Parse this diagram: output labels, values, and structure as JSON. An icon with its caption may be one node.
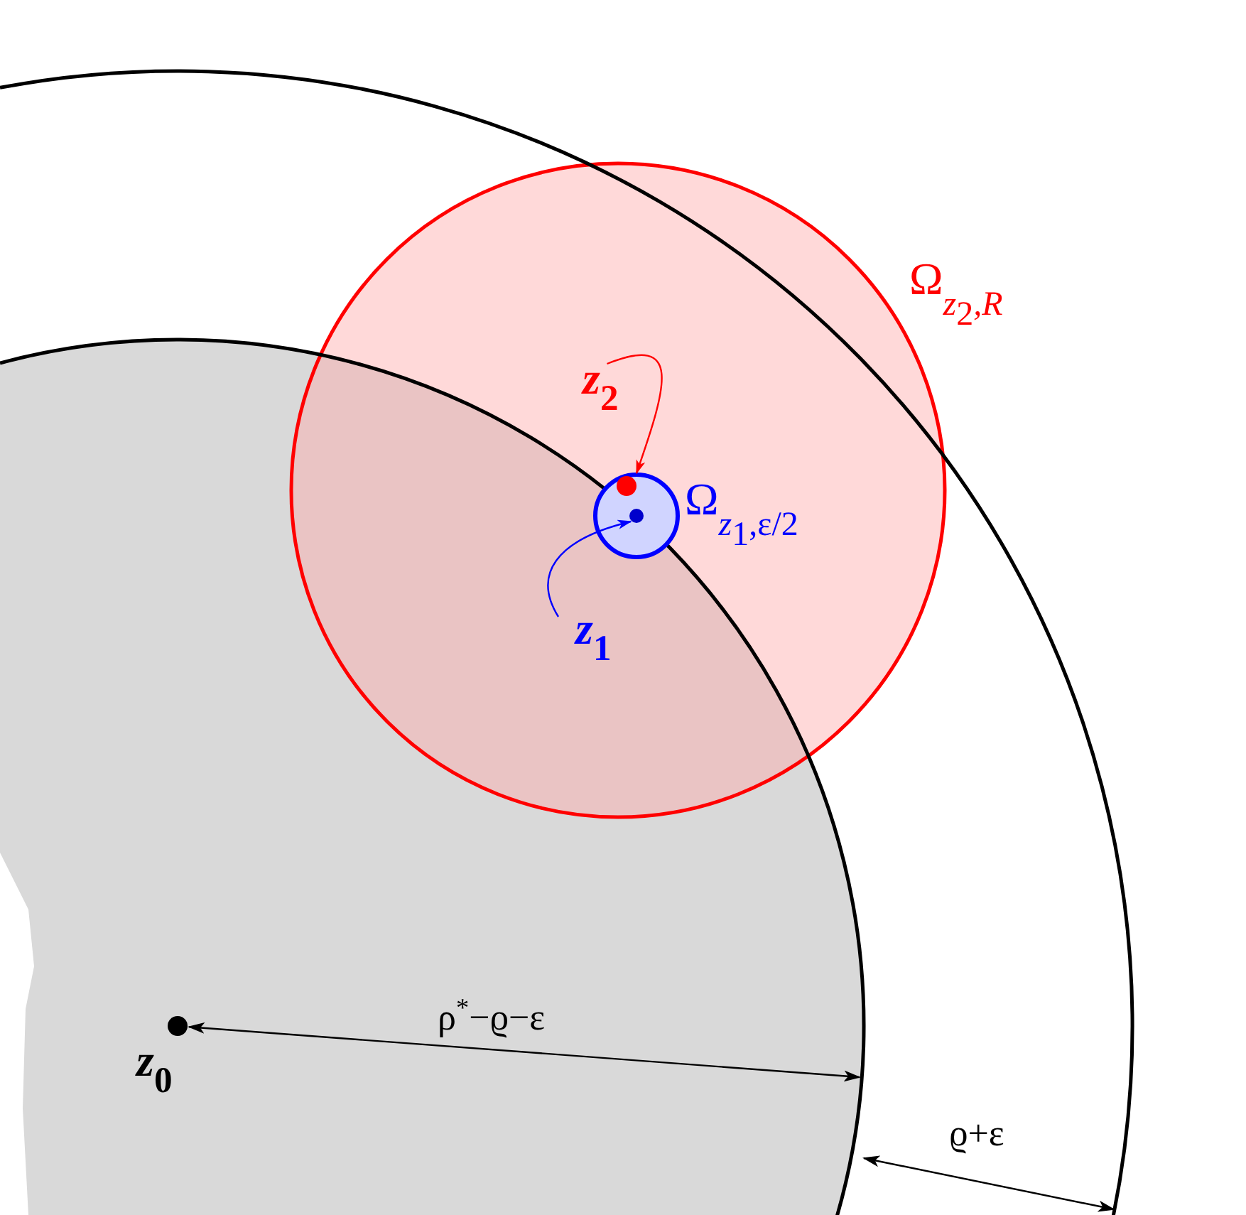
{
  "diagram": {
    "nodes": [
      {
        "text": [
          "z$_{2}$"
        ]
      },
      {
        "text": [],
        "shape": "circle"
      },
      {
        "text": [
          "z$_{1}$"
        ]
      },
      {
        "text": [],
        "shape": "circle"
      }
    ],
    "edges": [
      {
        "from": 0,
        "to": 1,
        "arrow": "to",
        "color": "#ff0000"
      },
      {
        "from": 2,
        "to": 3,
        "arrow": "to",
        "color": "#0000ff"
      }
    ],
    "labels": [
      "Ω$_{z}$$_{2}$$_{,R}$",
      "Ω$_{z}$$_{1}$$_{,ε/2}$",
      "z$_{0}$",
      "ρ$^{*}$−ϱ−ε",
      "ϱ+ε"
    ]
  }
}
